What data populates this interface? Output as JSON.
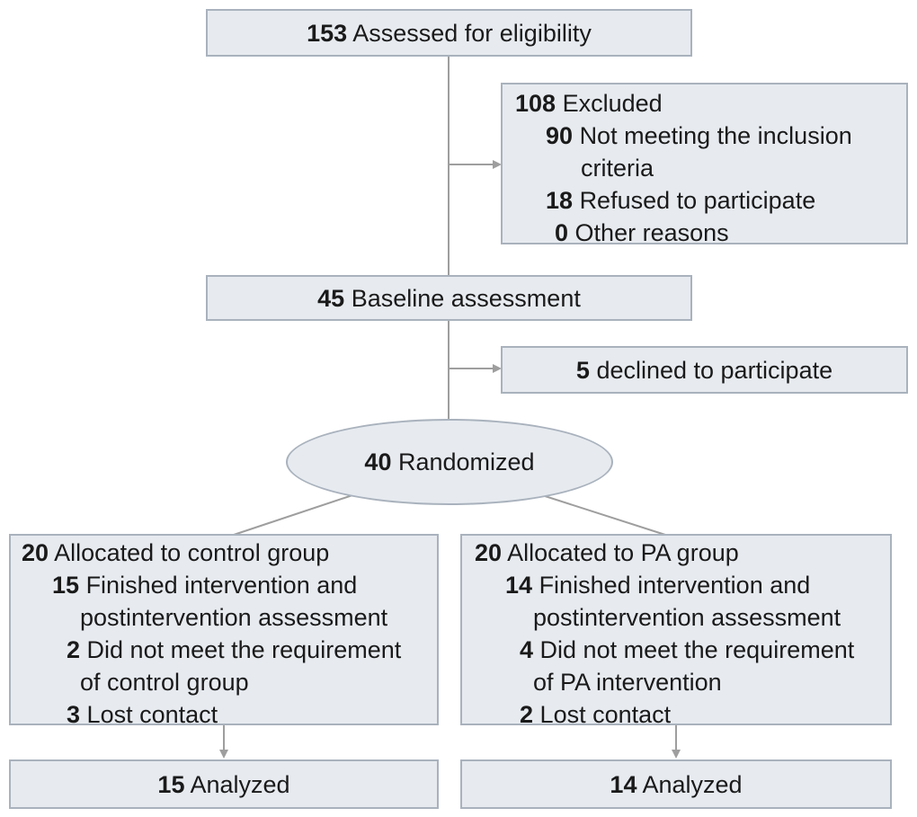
{
  "assessed": {
    "count": "153",
    "label": "Assessed for eligibility"
  },
  "excluded": {
    "count": "108",
    "label": "Excluded",
    "items": [
      {
        "count": "90",
        "label": "Not meeting the inclusion",
        "cont": "criteria"
      },
      {
        "count": "18",
        "label": "Refused to participate"
      },
      {
        "count": "0",
        "label": "Other reasons"
      }
    ]
  },
  "baseline": {
    "count": "45",
    "label": "Baseline assessment"
  },
  "declined": {
    "count": "5",
    "label": "declined to participate"
  },
  "randomized": {
    "count": "40",
    "label": "Randomized"
  },
  "control": {
    "count": "20",
    "label": "Allocated to control group",
    "items": [
      {
        "count": "15",
        "label": "Finished intervention and",
        "cont": "postintervention assessment"
      },
      {
        "count": "2",
        "label": "Did not meet the requirement",
        "cont": "of control group"
      },
      {
        "count": "3",
        "label": "Lost contact"
      }
    ],
    "analyzed": {
      "count": "15",
      "label": "Analyzed"
    }
  },
  "pa": {
    "count": "20",
    "label": "Allocated to PA group",
    "items": [
      {
        "count": "14",
        "label": "Finished intervention and",
        "cont": "postintervention assessment"
      },
      {
        "count": "4",
        "label": "Did not meet the requirement",
        "cont": "of PA intervention"
      },
      {
        "count": "2",
        "label": "Lost contact"
      }
    ],
    "analyzed": {
      "count": "14",
      "label": "Analyzed"
    }
  }
}
